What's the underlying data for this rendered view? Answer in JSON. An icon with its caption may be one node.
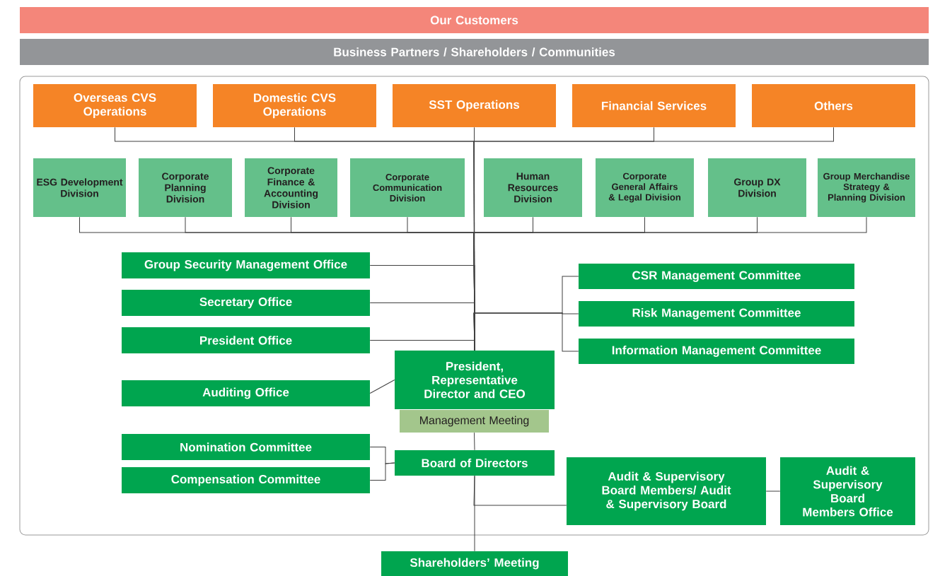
{
  "diagram": {
    "nodes": [
      {
        "text": [
          "Our Customers"
        ]
      },
      {
        "text": [
          "Business Partners / Shareholders / Communities"
        ]
      },
      {
        "text": [
          "Overseas CVS Operations"
        ]
      },
      {
        "text": [
          "Domestic CVS Operations"
        ]
      },
      {
        "text": [
          "SST Operations"
        ]
      },
      {
        "text": [
          "Financial Services"
        ]
      },
      {
        "text": [
          "Others"
        ]
      },
      {
        "text": [
          "ESG Development Division"
        ]
      },
      {
        "text": [
          "Corporate Planning Division"
        ]
      },
      {
        "text": [
          "Corporate Finance & Accounting Division"
        ]
      },
      {
        "text": [
          "Corporate Communication Division"
        ]
      },
      {
        "text": [
          "Human Resources Division"
        ]
      },
      {
        "text": [
          "Corporate General Affairs & Legal Division"
        ]
      },
      {
        "text": [
          "Group DX Division"
        ]
      },
      {
        "text": [
          "Group Merchandise Strategy & Planning Division"
        ]
      },
      {
        "text": [
          "Group Security Management Office"
        ]
      },
      {
        "text": [
          "Secretary Office"
        ]
      },
      {
        "text": [
          "President Office"
        ]
      },
      {
        "text": [
          "CSR Management Committee"
        ]
      },
      {
        "text": [
          "Risk Management Committee"
        ]
      },
      {
        "text": [
          "Information Management Committee"
        ]
      },
      {
        "text": [
          "President, Representative Director and CEO"
        ]
      },
      {
        "text": [
          "Auditing Office"
        ]
      },
      {
        "text": [
          "Management Meeting"
        ]
      },
      {
        "text": [
          "Nomination Committee"
        ]
      },
      {
        "text": [
          "Compensation Committee"
        ]
      },
      {
        "text": [
          "Board of Directors"
        ]
      },
      {
        "text": [
          "Audit & Supervisory Board Members/ Audit & Supervisory Board"
        ]
      },
      {
        "text": [
          "Audit & Supervisory Board Members Office"
        ]
      },
      {
        "text": [
          "Shareholders’ Meeting"
        ]
      }
    ],
    "edges": [
      {
        "from": 21,
        "to": 2,
        "arrow": "none"
      },
      {
        "from": 21,
        "to": 3,
        "arrow": "none"
      },
      {
        "from": 21,
        "to": 4,
        "arrow": "none"
      },
      {
        "from": 21,
        "to": 5,
        "arrow": "none"
      },
      {
        "from": 21,
        "to": 6,
        "arrow": "none"
      },
      {
        "from": 21,
        "to": 7,
        "arrow": "none"
      },
      {
        "from": 21,
        "to": 8,
        "arrow": "none"
      },
      {
        "from": 21,
        "to": 9,
        "arrow": "none"
      },
      {
        "from": 21,
        "to": 10,
        "arrow": "none"
      },
      {
        "from": 21,
        "to": 11,
        "arrow": "none"
      },
      {
        "from": 21,
        "to": 12,
        "arrow": "none"
      },
      {
        "from": 21,
        "to": 13,
        "arrow": "none"
      },
      {
        "from": 21,
        "to": 14,
        "arrow": "none"
      },
      {
        "from": 21,
        "to": 15,
        "arrow": "none"
      },
      {
        "from": 21,
        "to": 16,
        "arrow": "none"
      },
      {
        "from": 21,
        "to": 17,
        "arrow": "none"
      },
      {
        "from": 21,
        "to": 18,
        "arrow": "none"
      },
      {
        "from": 21,
        "to": 19,
        "arrow": "none"
      },
      {
        "from": 21,
        "to": 20,
        "arrow": "none"
      },
      {
        "from": 21,
        "to": 22,
        "arrow": "none"
      },
      {
        "from": 23,
        "to": 26,
        "arrow": "none"
      },
      {
        "from": 24,
        "to": 26,
        "arrow": "none"
      },
      {
        "from": 25,
        "to": 26,
        "arrow": "none"
      },
      {
        "from": 26,
        "to": 27,
        "arrow": "none"
      },
      {
        "from": 27,
        "to": 28,
        "arrow": "none"
      },
      {
        "from": 26,
        "to": 29,
        "arrow": "none"
      }
    ]
  }
}
